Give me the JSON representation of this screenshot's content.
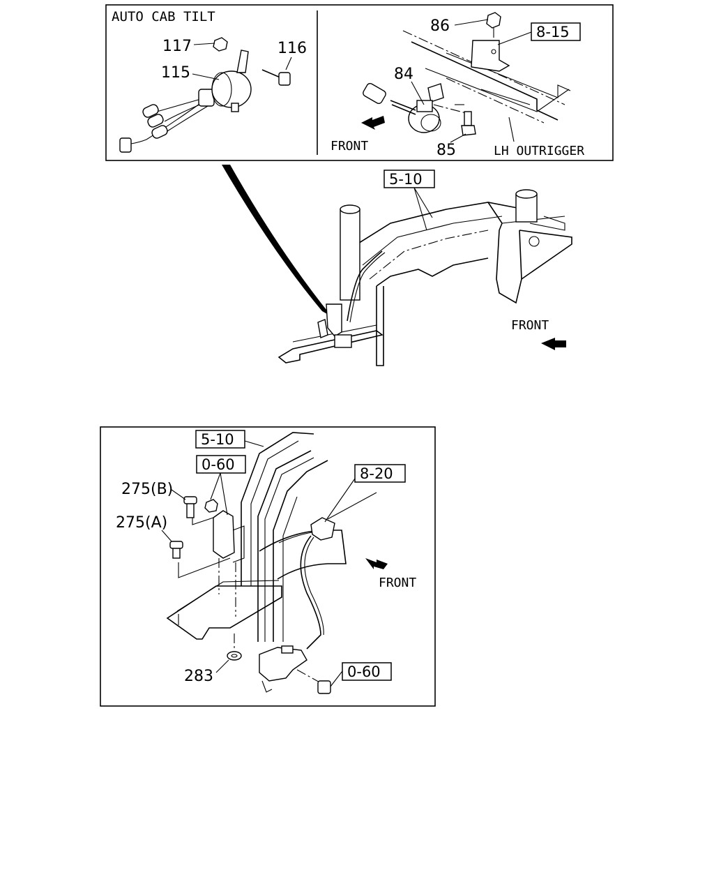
{
  "panel_top": {
    "title": "AUTO CAB TILT",
    "callouts": {
      "p117": "117",
      "p116": "116",
      "p115": "115",
      "p86": "86",
      "p84": "84",
      "p85": "85",
      "ref_8_15": "8-15"
    },
    "front_label": "FRONT",
    "lh_outrigger_label": "LH OUTRIGGER"
  },
  "middle": {
    "ref_5_10": "5-10",
    "front_label": "FRONT"
  },
  "panel_bottom": {
    "callouts": {
      "ref_5_10": "5-10",
      "ref_0_60_top": "0-60",
      "ref_8_20": "8-20",
      "p275b": "275(B)",
      "p275a": "275(A)",
      "p283": "283",
      "ref_0_60_bottom": "0-60"
    },
    "front_label": "FRONT"
  }
}
